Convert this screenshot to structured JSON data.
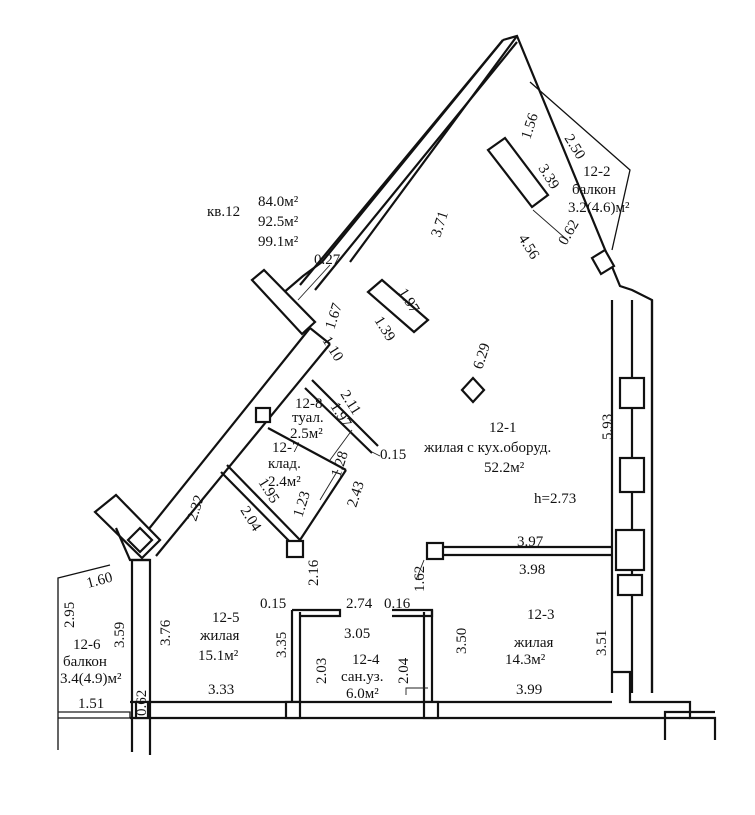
{
  "apartment": {
    "label": "кв.12",
    "area_1": "84.0м²",
    "area_2": "92.5м²",
    "area_3": "99.1м²"
  },
  "rooms": {
    "r1": {
      "num": "12-1",
      "type": "жилая с кух.оборуд.",
      "area": "52.2м²"
    },
    "r2": {
      "num": "12-2",
      "type": "балкон",
      "area": "3.2(4.6)м²"
    },
    "r3": {
      "num": "12-3",
      "type": "жилая",
      "area": "14.3м²"
    },
    "r4": {
      "num": "12-4",
      "type": "сан.уз.",
      "area": "6.0м²"
    },
    "r5": {
      "num": "12-5",
      "type": "жилая",
      "area": "15.1м²"
    },
    "r6": {
      "num": "12-6",
      "type": "балкон",
      "area": "3.4(4.9)м²"
    },
    "r7": {
      "num": "12-7",
      "type": "клад.",
      "area": "2.4м²"
    },
    "r8": {
      "num": "12-8",
      "type": "туал.",
      "area": "2.5м²"
    }
  },
  "ceiling_height": "h=2.73",
  "dims": {
    "d1_56": "1.56",
    "d2_50": "2.50",
    "d3_39": "3.39",
    "d3_71": "3.71",
    "d4_56": "4.56",
    "d0_62a": "0.62",
    "d0_27": "0.27",
    "d1_97a": "1.97",
    "d1_67": "1.67",
    "d1_39": "1.39",
    "d1_10": "1.10",
    "d6_29": "6.29",
    "d5_93": "5.93",
    "d2_11": "2.11",
    "d1_97b": "1.97",
    "d0_15a": "0.15",
    "d1_28": "1.28",
    "d2_43": "2.43",
    "d1_95": "1.95",
    "d1_23": "1.23",
    "d2_32": "2.32",
    "d2_04a": "2.04",
    "d2_16": "2.16",
    "d3_97": "3.97",
    "d3_98": "3.98",
    "d1_62": "1.62",
    "d1_60": "1.60",
    "d2_95": "2.95",
    "d3_59": "3.59",
    "d3_76": "3.76",
    "d0_15b": "0.15",
    "d2_74": "2.74",
    "d0_16": "0.16",
    "d3_35": "3.35",
    "d3_05": "3.05",
    "d3_50": "3.50",
    "d3_51": "3.51",
    "d2_03": "2.03",
    "d2_04b": "2.04",
    "d1_51": "1.51",
    "d0_62b": "0.62",
    "d3_33": "3.33",
    "d3_99": "3.99"
  }
}
